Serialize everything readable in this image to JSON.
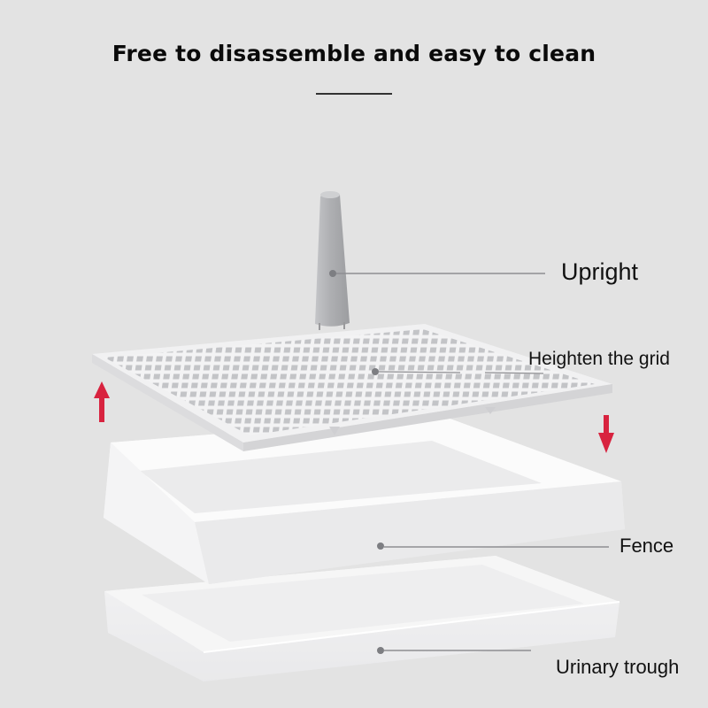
{
  "header": {
    "title": "Free to disassemble and easy to clean"
  },
  "parts": [
    {
      "id": "upright",
      "label": "Upright"
    },
    {
      "id": "grid",
      "label": "Heighten the grid"
    },
    {
      "id": "fence",
      "label": "Fence"
    },
    {
      "id": "trough",
      "label": "Urinary trough"
    }
  ],
  "colors": {
    "background": "#e3e3e3",
    "arrow": "#d8233f",
    "leader_line": "#8e8e92",
    "product_white": "#f7f7f7",
    "upright_grey": "#a9aaad"
  },
  "arrows": [
    {
      "direction": "up",
      "meaning": "lift grid"
    },
    {
      "direction": "down",
      "meaning": "place into fence"
    }
  ]
}
